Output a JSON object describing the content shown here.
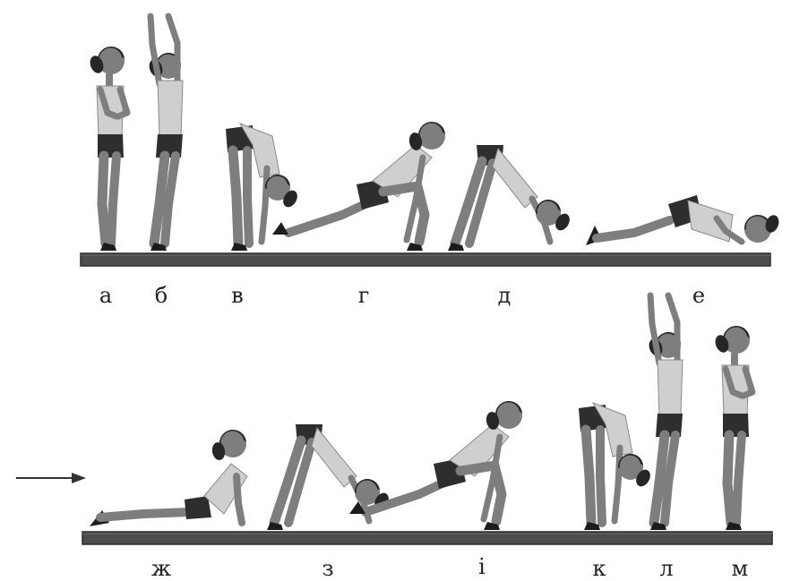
{
  "colors": {
    "ink": "#222222",
    "skin": "#7e7e7e",
    "hair": "#262626",
    "shirt": "#cfcfcf",
    "shorts": "#2e2e2e",
    "shoe": "#1c1c1c",
    "floor": "#4d4d4d",
    "floor_edge": "#2a2a2a",
    "arrow": "#333333"
  },
  "rows": [
    {
      "poses": [
        {
          "id": "a",
          "label": "а",
          "pose": "standing-hands-chest",
          "icon": "standing-prayer-figure-icon"
        },
        {
          "id": "b",
          "label": "б",
          "pose": "standing-arms-up",
          "icon": "arms-raised-figure-icon"
        },
        {
          "id": "v",
          "label": "в",
          "pose": "forward-bend",
          "icon": "forward-fold-figure-icon"
        },
        {
          "id": "g",
          "label": "г",
          "pose": "lunge",
          "icon": "lunge-figure-icon"
        },
        {
          "id": "d",
          "label": "д",
          "pose": "down-dog",
          "icon": "downward-dog-figure-icon"
        },
        {
          "id": "e",
          "label": "е",
          "pose": "eight-point",
          "icon": "eight-point-figure-icon"
        }
      ]
    },
    {
      "poses": [
        {
          "id": "zh",
          "label": "ж",
          "pose": "cobra",
          "icon": "cobra-figure-icon"
        },
        {
          "id": "z",
          "label": "з",
          "pose": "down-dog",
          "icon": "downward-dog-figure-icon"
        },
        {
          "id": "i",
          "label": "і",
          "pose": "lunge",
          "icon": "lunge-figure-icon"
        },
        {
          "id": "k",
          "label": "к",
          "pose": "forward-bend",
          "icon": "forward-fold-figure-icon"
        },
        {
          "id": "l",
          "label": "л",
          "pose": "standing-arms-up",
          "icon": "arms-raised-figure-icon"
        },
        {
          "id": "m",
          "label": "м",
          "pose": "standing-hands-chest",
          "icon": "standing-prayer-figure-icon"
        }
      ]
    }
  ]
}
